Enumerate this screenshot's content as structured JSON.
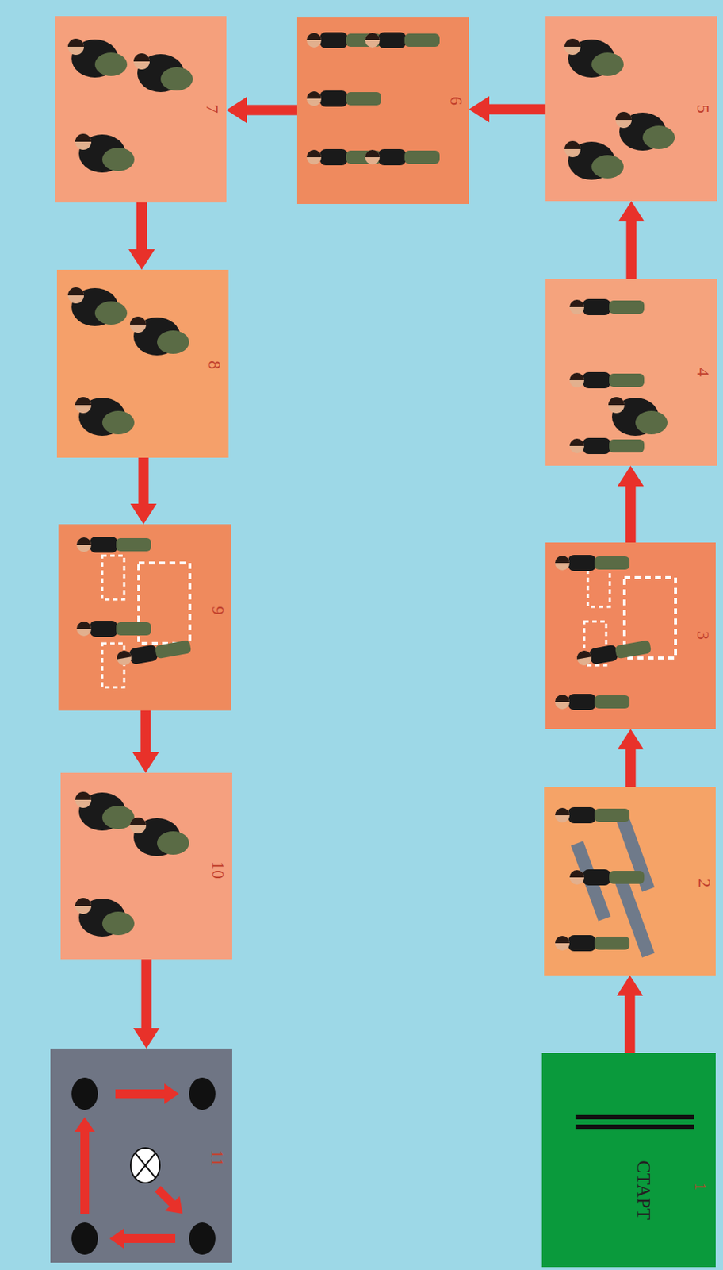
{
  "diagram": {
    "nodes": [
      {
        "text": [
          "СТАРТ",
          "1"
        ]
      },
      {
        "text": [
          "2"
        ]
      },
      {
        "text": [
          "3"
        ]
      },
      {
        "text": [
          "4"
        ]
      },
      {
        "text": [
          "5"
        ]
      },
      {
        "text": [
          "6"
        ]
      },
      {
        "text": [
          "7"
        ]
      },
      {
        "text": [
          "8"
        ]
      },
      {
        "text": [
          "9"
        ]
      },
      {
        "text": [
          "10"
        ]
      },
      {
        "text": [
          "11"
        ]
      }
    ],
    "edges": [
      {
        "from": 0,
        "to": 1,
        "arrow": "to"
      },
      {
        "from": 1,
        "to": 2,
        "arrow": "to"
      },
      {
        "from": 2,
        "to": 3,
        "arrow": "to"
      },
      {
        "from": 3,
        "to": 4,
        "arrow": "to"
      },
      {
        "from": 4,
        "to": 5,
        "arrow": "to"
      },
      {
        "from": 5,
        "to": 6,
        "arrow": "to"
      },
      {
        "from": 6,
        "to": 7,
        "arrow": "to"
      },
      {
        "from": 7,
        "to": 8,
        "arrow": "to"
      },
      {
        "from": 8,
        "to": 9,
        "arrow": "to"
      },
      {
        "from": 9,
        "to": 10,
        "arrow": "to"
      }
    ]
  }
}
